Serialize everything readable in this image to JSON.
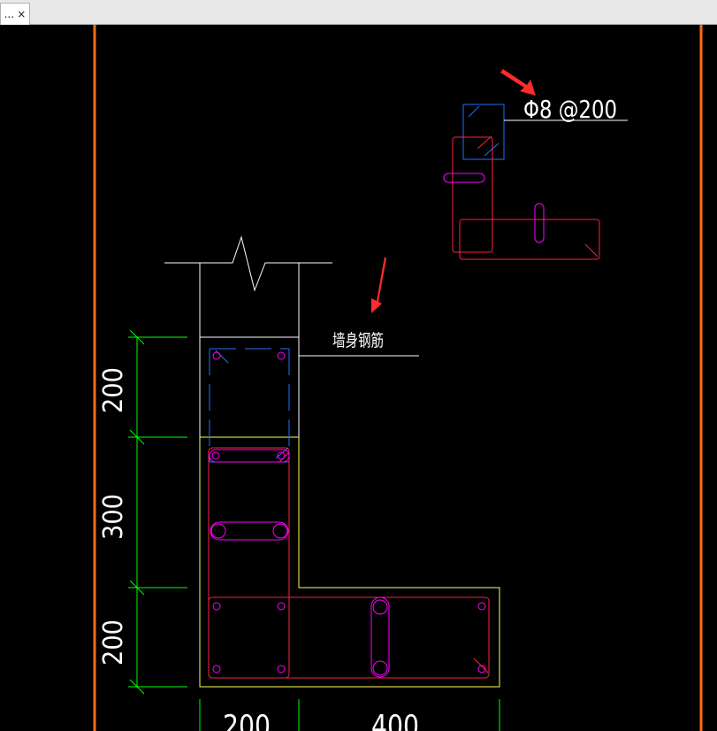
{
  "tab": {
    "dots": "...",
    "close": "×"
  },
  "annotations": {
    "stirrup_label": "Φ8 @200",
    "wall_rebar_label": "墙身钢筋"
  },
  "dimensions": {
    "vertical": [
      "200",
      "300",
      "200"
    ],
    "horizontal": [
      "200",
      "400"
    ]
  },
  "colors": {
    "background": "#000000",
    "border_line": "#ff6a13",
    "dimension": "#00ff00",
    "outline": "#ffffff",
    "rebar_red": "#ff2040",
    "rebar_magenta": "#ff00ff",
    "rebar_blue": "#2070ff",
    "outline_yellow": "#ffff55",
    "arrow": "#ff3030"
  }
}
